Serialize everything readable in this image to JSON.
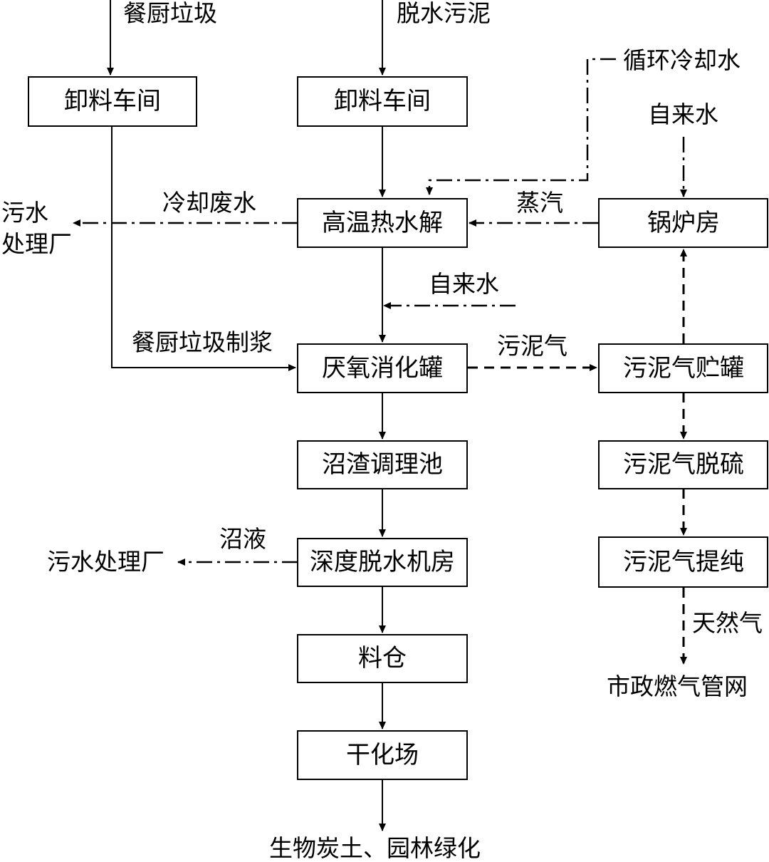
{
  "boxes": {
    "unload_food": "卸料车间",
    "unload_sludge": "卸料车间",
    "hydrolysis": "高温热水解",
    "boiler": "锅炉房",
    "digester": "厌氧消化罐",
    "gas_tank": "污泥气贮罐",
    "residue_pool": "沼渣调理池",
    "desulfur": "污泥气脱硫",
    "dewater": "深度脱水机房",
    "purify": "污泥气提纯",
    "silo": "料仓",
    "drying": "干化场"
  },
  "labels": {
    "food_waste_in": "餐厨垃圾",
    "sludge_in": "脱水污泥",
    "cooling_water": "循环冷却水",
    "tap_water_boiler": "自来水",
    "wastewater_plant_1a": "污水",
    "wastewater_plant_1b": "处理厂",
    "cooling_wastewater": "冷却废水",
    "steam": "蒸汽",
    "tap_water_digester": "自来水",
    "food_slurry": "餐厨垃圾制浆",
    "biogas": "污泥气",
    "biogas_liquid": "沼液",
    "wastewater_plant_2": "污水处理厂",
    "natural_gas": "天然气",
    "gas_grid": "市政燃气管网",
    "final_use": "生物炭土、园林绿化"
  }
}
